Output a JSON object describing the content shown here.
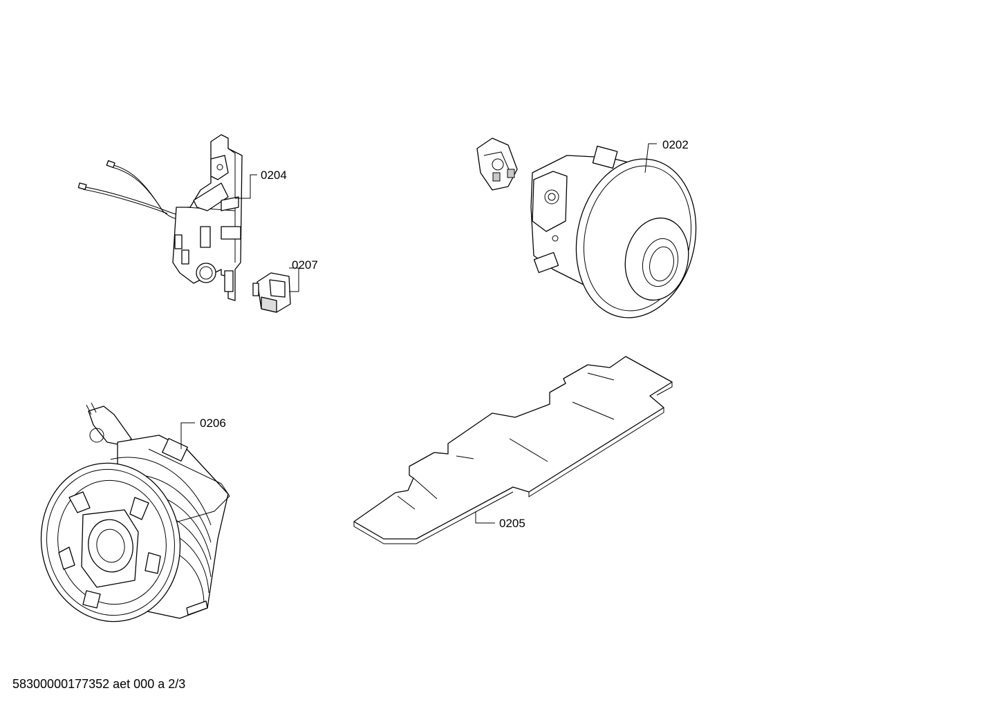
{
  "parts": [
    {
      "id": "board",
      "label": "0204"
    },
    {
      "id": "motor",
      "label": "0202"
    },
    {
      "id": "connector",
      "label": "0207"
    },
    {
      "id": "cable-reel",
      "label": "0206"
    },
    {
      "id": "gasket",
      "label": "0205"
    }
  ],
  "footer": "58300000177352 aet 000 a 2/3"
}
